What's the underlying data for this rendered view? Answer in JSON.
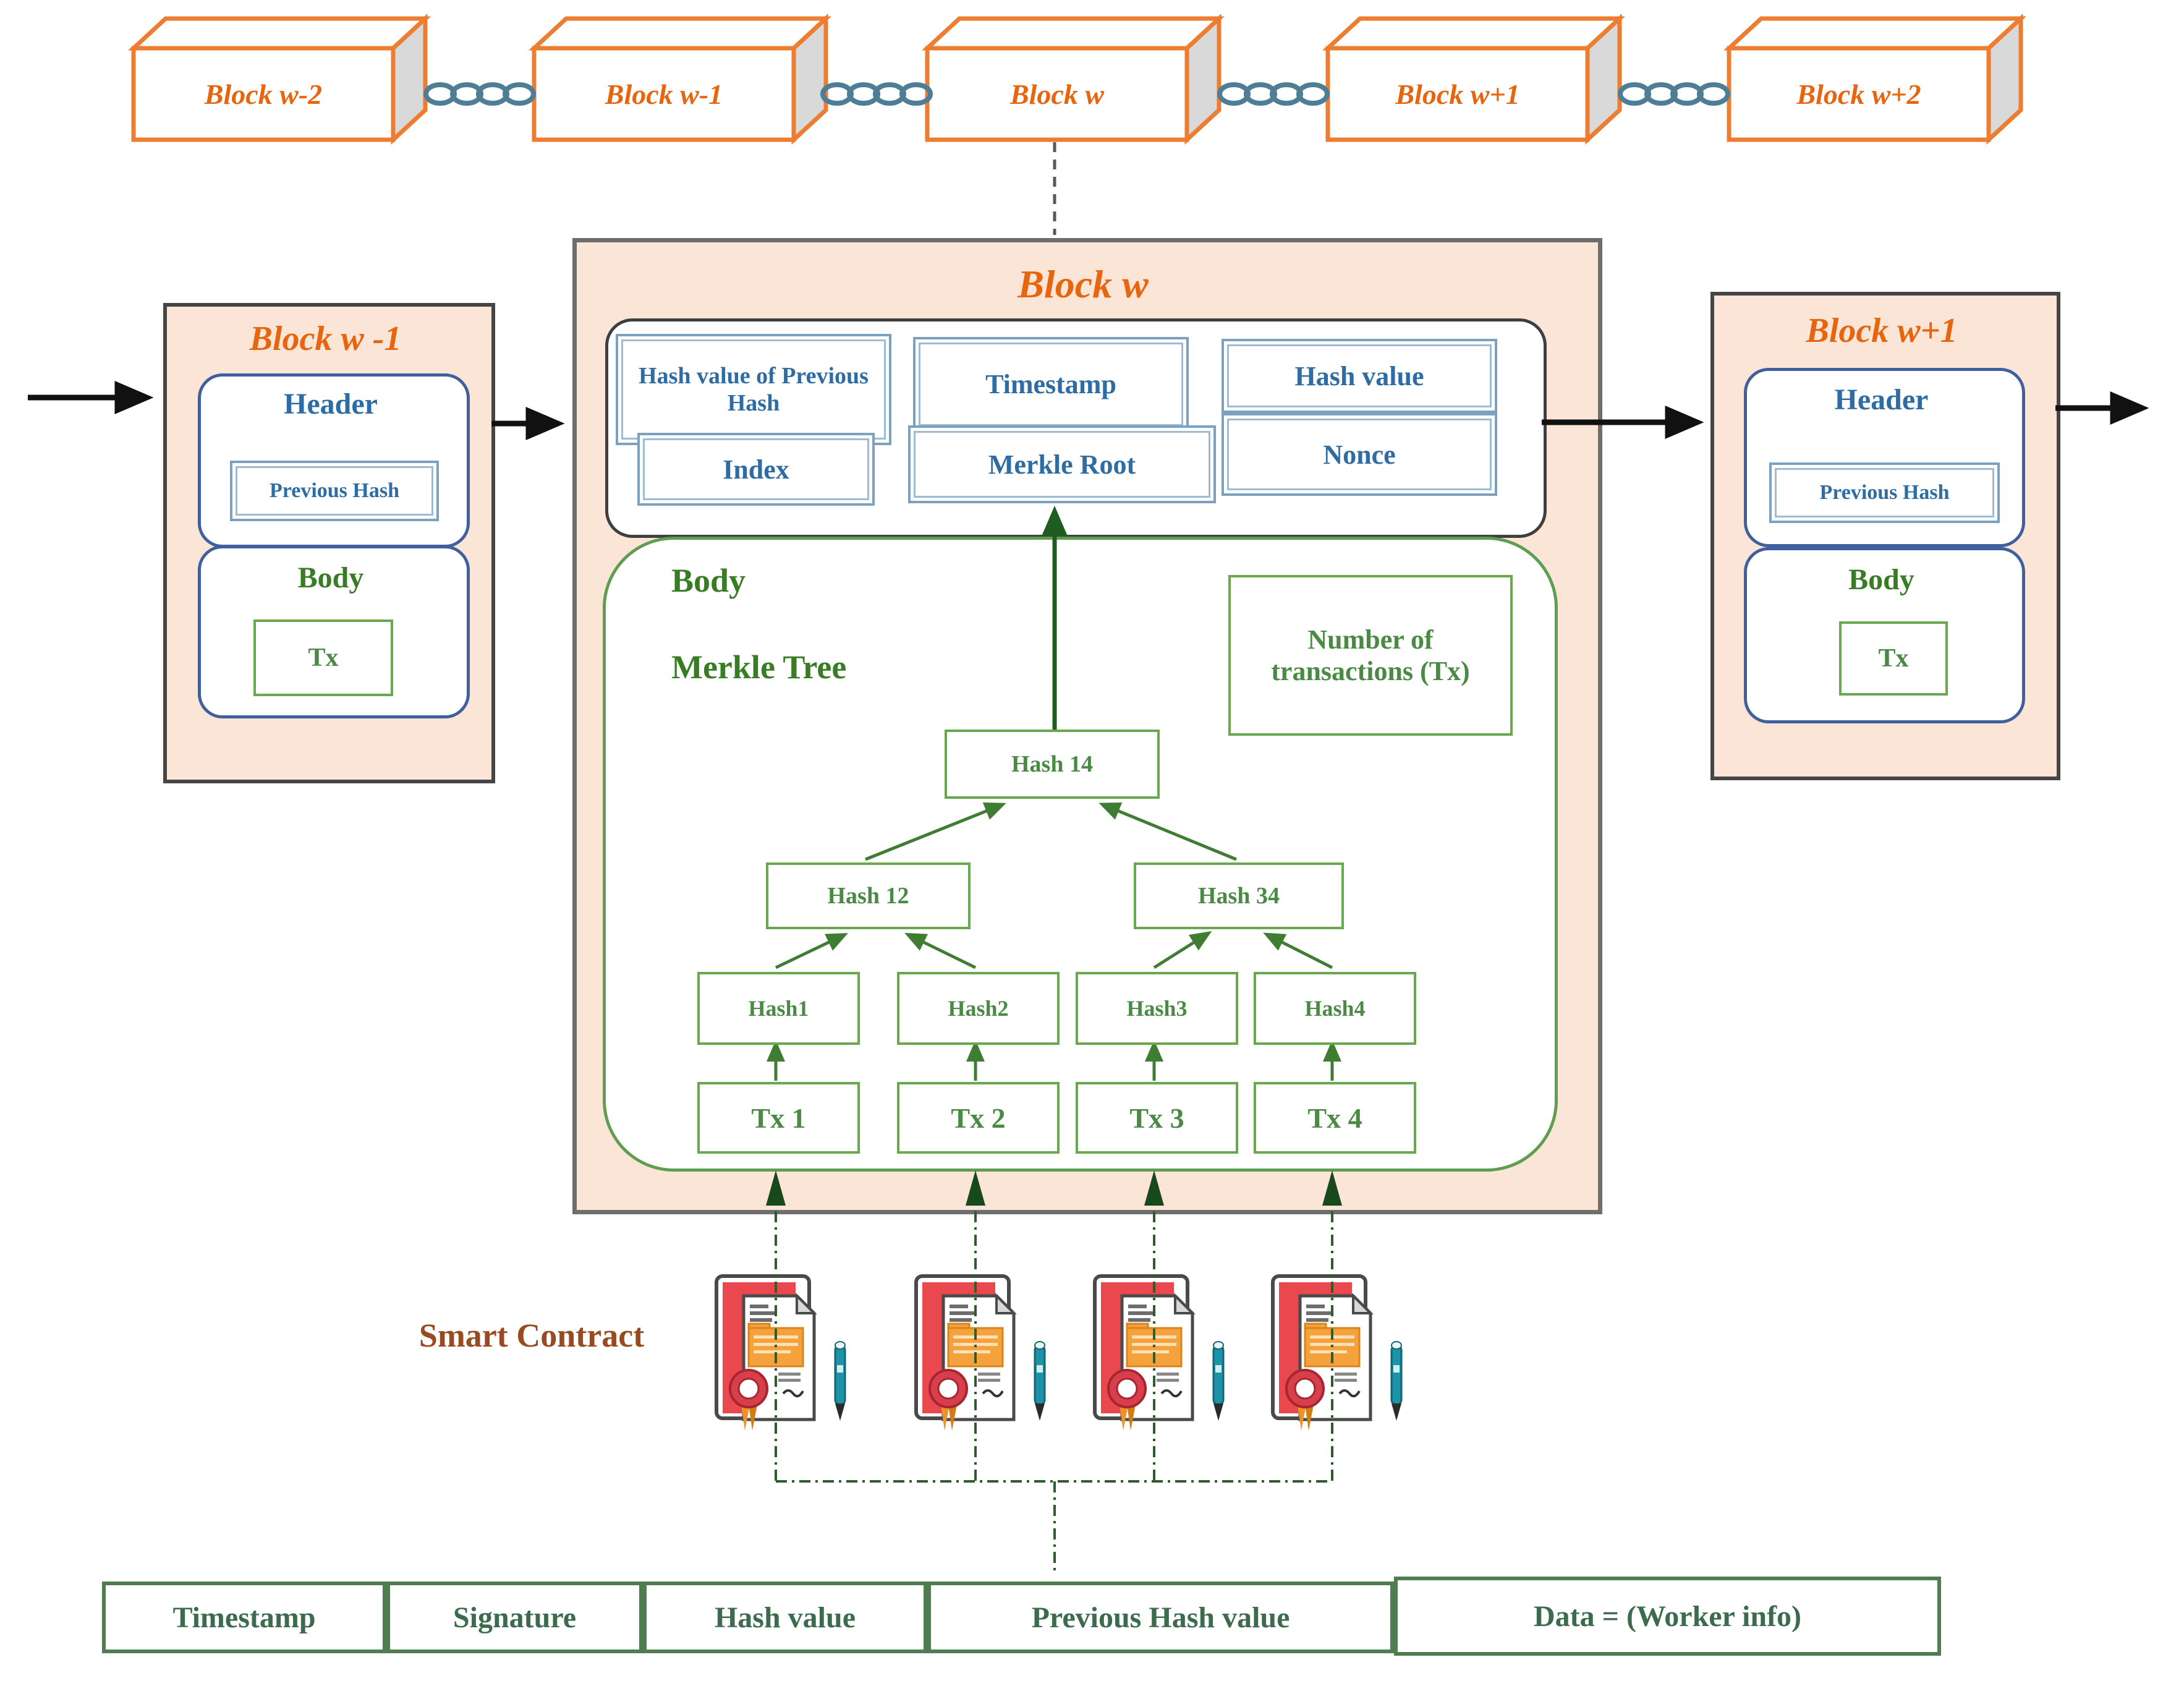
{
  "colors": {
    "orange_border": "#ED7D31",
    "orange_text": "#E8650F",
    "peach_fill": "#FBE5D6",
    "blue_text": "#2E6DA4",
    "blue_border": "#7BA0C0",
    "green_border": "#6AA84F",
    "green_text": "#4A8A44",
    "dark_green_arrow": "#2D5D2A",
    "chain_teal": "#4E7E96",
    "smart_contract_brown": "#9A4A21",
    "arrow_black": "#111111"
  },
  "chain_row": {
    "blocks": [
      "Block w-2",
      "Block w-1",
      "Block w",
      "Block w+1",
      "Block w+2"
    ]
  },
  "block_prev": {
    "title": "Block w -1",
    "header": "Header",
    "previous_hash": "Previous Hash",
    "body": "Body",
    "tx": "Tx"
  },
  "block_next": {
    "title": "Block w+1",
    "header": "Header",
    "previous_hash": "Previous Hash",
    "body": "Body",
    "tx": "Tx"
  },
  "block_w": {
    "title": "Block w",
    "header_fields": [
      "Hash value of Previous Hash",
      "Timestamp",
      "Hash value",
      "Index",
      "Merkle Root",
      "Nonce"
    ],
    "body": "Body",
    "merkle_tree": "Merkle Tree",
    "num_transactions": "Number of transactions (Tx)",
    "tree": {
      "root": "Hash 14",
      "level2": [
        "Hash 12",
        "Hash 34"
      ],
      "leaves": [
        "Hash1",
        "Hash2",
        "Hash3",
        "Hash4"
      ],
      "transactions": [
        "Tx 1",
        "Tx 2",
        "Tx 3",
        "Tx 4"
      ]
    }
  },
  "smart_contract": {
    "label": "Smart Contract"
  },
  "footer_table": {
    "cells": [
      "Timestamp",
      "Signature",
      "Hash value",
      "Previous Hash value",
      "Data = (Worker info)"
    ]
  }
}
